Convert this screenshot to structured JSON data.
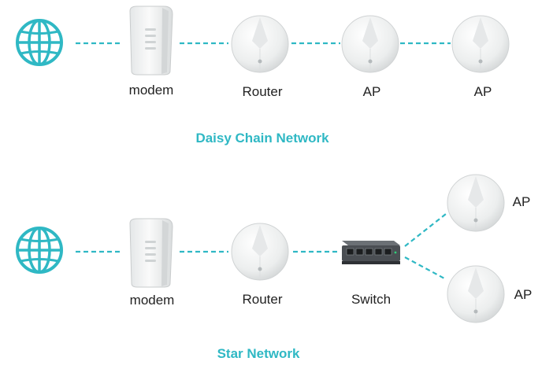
{
  "colors": {
    "accent": "#2fb8c4",
    "device_white": "#f2f3f3",
    "switch_body": "#4a4e53"
  },
  "daisy": {
    "title": "Daisy Chain Network",
    "modem_label": "modem",
    "router_label": "Router",
    "ap1_label": "AP",
    "ap2_label": "AP"
  },
  "star": {
    "title": "Star Network",
    "modem_label": "modem",
    "router_label": "Router",
    "switch_label": "Switch",
    "ap_top_label": "AP",
    "ap_bottom_label": "AP"
  },
  "icons": {
    "globe": "globe-icon",
    "modem": "modem-icon",
    "router": "router-icon",
    "access_point": "access-point-icon",
    "switch": "switch-icon"
  }
}
